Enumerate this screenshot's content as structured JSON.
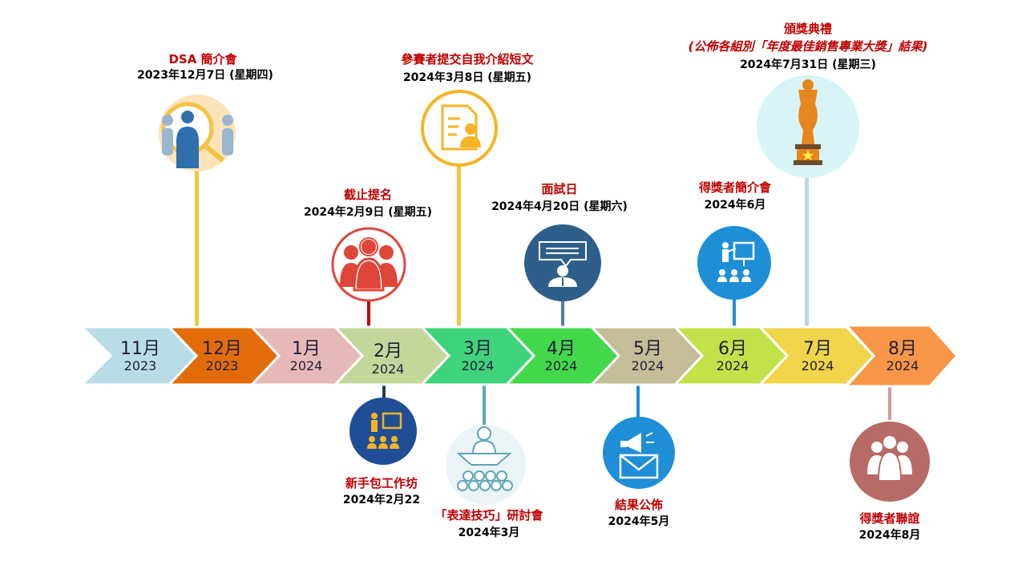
{
  "months": [
    {
      "month": "11月",
      "year": "2023",
      "color": "#b9dde7"
    },
    {
      "month": "12月",
      "year": "2023",
      "color": "#e36c0a"
    },
    {
      "month": "1月",
      "year": "2024",
      "color": "#e6b9b8"
    },
    {
      "month": "2月",
      "year": "2024",
      "color": "#c4d79b"
    },
    {
      "month": "3月",
      "year": "2024",
      "color": "#3fd47c"
    },
    {
      "month": "4月",
      "year": "2024",
      "color": "#44d94a"
    },
    {
      "month": "5月",
      "year": "2024",
      "color": "#c4bd97"
    },
    {
      "month": "6月",
      "year": "2024",
      "color": "#c3e24a"
    },
    {
      "month": "7月",
      "year": "2024",
      "color": "#f0d44a"
    },
    {
      "month": "8月",
      "year": "2024",
      "color": "#f79646"
    }
  ],
  "events_top": [
    {
      "title": "DSA 簡介會",
      "date": "2023年12月7日 (星期四)",
      "icon": "magnifier-people-icon",
      "color": "#f5c242"
    },
    {
      "title": "截止提名",
      "date": "2024年2月9日 (星期五)",
      "icon": "group-people-icon",
      "color": "#e0453a"
    },
    {
      "title": "參賽者提交自我介紹短文",
      "date": "2024年3月8日 (星期五)",
      "icon": "document-person-icon",
      "color": "#f6b323"
    },
    {
      "title": "面試日",
      "date": "2024年4月20日 (星期六)",
      "icon": "interview-speaker-icon",
      "color": "#2e5f8a"
    },
    {
      "title": "得獎者簡介會",
      "date": "2024年6月",
      "icon": "presentation-board-icon",
      "color": "#1e8fd6"
    },
    {
      "title": "頒獎典禮",
      "subtitle": "(公佈各組別「年度最佳銷售專業大獎」結果)",
      "date": "2024年7月31日 (星期三)",
      "icon": "trophy-icon",
      "color": "#b7d6e3"
    }
  ],
  "events_bottom": [
    {
      "title": "新手包工作坊",
      "date": "2024年2月22",
      "icon": "workshop-presenter-icon",
      "color": "#1f4e96"
    },
    {
      "title": "「表達技巧」研討會",
      "date": "2024年3月",
      "icon": "seminar-audience-icon",
      "color": "#5ea6b8"
    },
    {
      "title": "結果公佈",
      "date": "2024年5月",
      "icon": "megaphone-envelope-icon",
      "color": "#1e8fd6"
    },
    {
      "title": "得獎者聯誼",
      "date": "2024年8月",
      "icon": "gathering-people-icon",
      "color": "#c0746e"
    }
  ]
}
